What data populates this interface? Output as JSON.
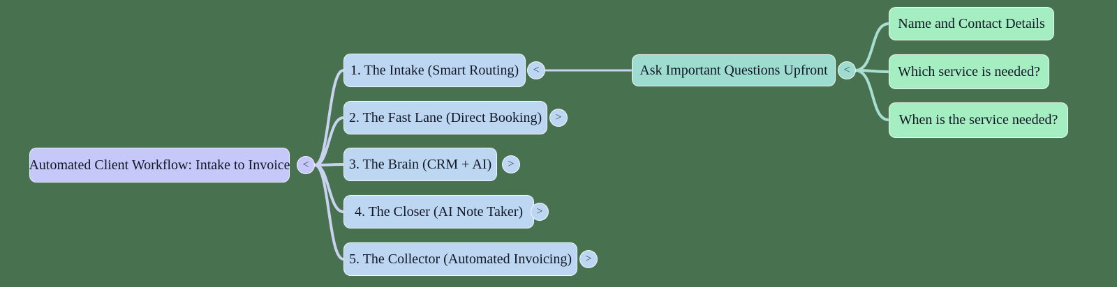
{
  "canvas": {
    "background": "#47714F"
  },
  "palette": {
    "root_fill": "#c5c8f8",
    "branch_blue_fill": "#bdd7f2",
    "branch_teal_fill": "#9fdcd0",
    "leaf_green_fill": "#a5eec2",
    "link_blue": "#c9d3f0",
    "link_teal": "#a9ded3",
    "text": "#101725"
  },
  "nodes": {
    "root": {
      "label": "Automated Client Workflow: Intake to Invoice",
      "toggle": "<"
    },
    "children": [
      {
        "label": "1. The Intake (Smart Routing)",
        "toggle": "<"
      },
      {
        "label": "2. The Fast Lane (Direct Booking)",
        "toggle": ">"
      },
      {
        "label": "3. The Brain (CRM + AI)",
        "toggle": ">"
      },
      {
        "label": "4. The Closer (AI Note Taker)",
        "toggle": ">"
      },
      {
        "label": "5. The Collector (Automated Invoicing)",
        "toggle": ">"
      }
    ],
    "intake_branch": {
      "label": "Ask Important Questions Upfront",
      "toggle": "<"
    },
    "questions": [
      {
        "label": "Name and Contact Details"
      },
      {
        "label": "Which service is needed?"
      },
      {
        "label": "When is the service needed?"
      }
    ]
  }
}
